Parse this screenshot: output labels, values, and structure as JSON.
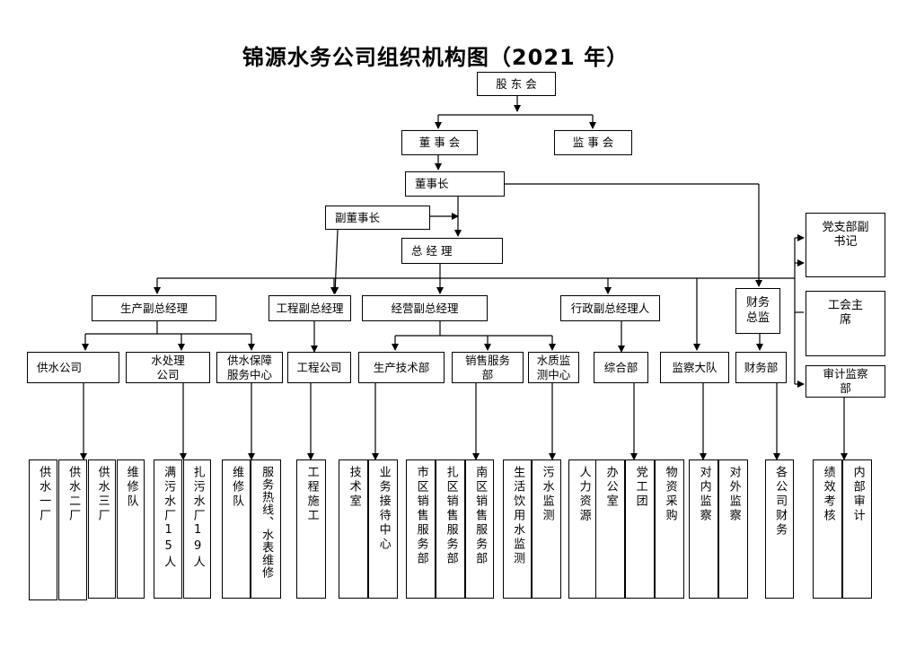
{
  "title": "锦源水务公司组织机构图（2021 年）",
  "top": {
    "shareholders": "股 东 会",
    "board": "董 事 会",
    "supervisors": "监 事 会",
    "chairman": "董事长",
    "vice_chairman": "副董事长",
    "general_manager": "总 经 理"
  },
  "party": {
    "party_secretary": "党支部副书记",
    "union_chair": "工会主席",
    "audit_dept": "审计监察部",
    "finance_director": "财务总监",
    "finance_dept": "财务部"
  },
  "vice_gms": {
    "production": "生产副总经理",
    "engineering": "工程副总经理",
    "business": "经营副总经理",
    "admin": "行政副总经理人"
  },
  "depts": {
    "water_supply_co": "供水公司",
    "water_treatment_co": "水处理公司",
    "supply_service_center": "供水保障服务中心",
    "engineering_co": "工程公司",
    "prod_tech_dept": "生产技术部",
    "sales_service_dept": "销售服务部",
    "water_quality_center": "水质监测中心",
    "general_affairs": "综合部",
    "inspection_team": "监察大队"
  },
  "units": {
    "plant1": "供水一厂",
    "plant2": "供水二厂",
    "plant3": "供水三厂",
    "maint_team": "维修队",
    "manwu_plant": "满污水厂15人",
    "zhawu_plant": "扎污水厂19人",
    "repair_team": "维修队",
    "hotline": "服务热线、水表维修",
    "construction": "工程施工",
    "tech_office": "技术室",
    "reception": "业务接待中心",
    "city_sales": "市区销售服务部",
    "zha_sales": "扎区销售服务部",
    "south_sales": "南区销售服务部",
    "drinking_water": "生活饮用水监测",
    "sewage_monitor": "污水监测",
    "hr": "人力资源",
    "office": "办公室",
    "party_league": "党工团",
    "procurement": "物资采购",
    "internal_inspect": "对内监察",
    "external_inspect": "对外监察",
    "co_finance": "各公司财务",
    "performance": "绩效考核",
    "internal_audit": "内部审计"
  }
}
